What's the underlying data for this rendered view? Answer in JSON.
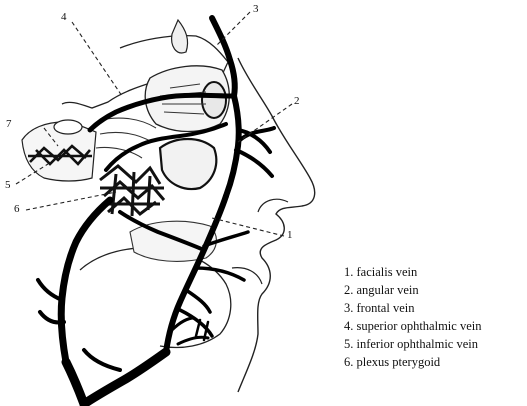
{
  "diagram": {
    "callouts": [
      "1",
      "2",
      "3",
      "4",
      "5",
      "6",
      "7"
    ]
  },
  "legend": [
    "1. facialis vein",
    "2. angular vein",
    "3. frontal vein",
    "4. superior ophthalmic vein",
    "5. inferior ophthalmic vein",
    "6. plexus pterygoid"
  ]
}
